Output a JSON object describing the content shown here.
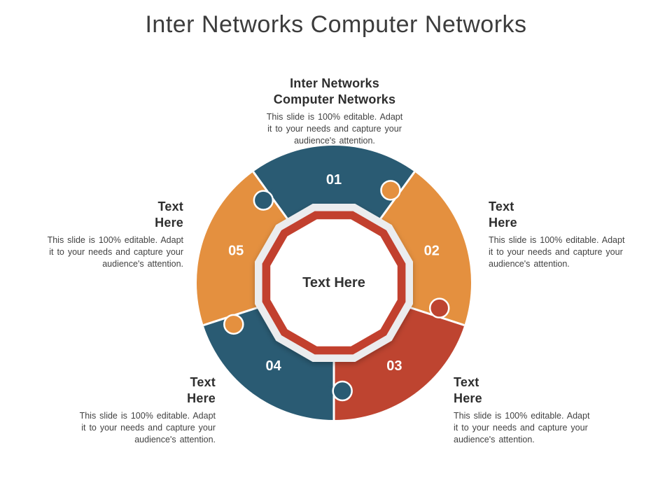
{
  "slide": {
    "title": "Inter Networks Computer Networks"
  },
  "diagram": {
    "center_label": "Text Here",
    "colors": {
      "blue": "#2a5b73",
      "orange": "#e4903f",
      "red": "#be4430",
      "ring_gray": "#ebecee",
      "ring_red": "#c2402e",
      "divider_white": "#ffffff"
    },
    "segments": [
      {
        "number": "01",
        "color_key": "blue"
      },
      {
        "number": "02",
        "color_key": "orange"
      },
      {
        "number": "03",
        "color_key": "red"
      },
      {
        "number": "04",
        "color_key": "blue"
      },
      {
        "number": "05",
        "color_key": "orange"
      }
    ]
  },
  "text_blocks": {
    "top": {
      "heading": "Inter Networks\nComputer Networks",
      "body": "This slide is 100% editable. Adapt\nit to your needs and capture your\naudience's attention."
    },
    "left": {
      "heading": "Text\nHere",
      "body": "This slide is 100% editable. Adapt\nit to your needs and capture your\naudience's attention."
    },
    "right": {
      "heading": "Text\nHere",
      "body": "This slide is 100% editable. Adapt\nit to your needs and capture your\naudience's attention."
    },
    "bottom_left": {
      "heading": "Text\nHere",
      "body": "This slide is 100% editable. Adapt\nit to your needs and capture your\naudience's attention."
    },
    "bottom_right": {
      "heading": "Text\nHere",
      "body": "This slide is 100% editable. Adapt\nit to your needs and capture your\naudience's attention."
    }
  }
}
